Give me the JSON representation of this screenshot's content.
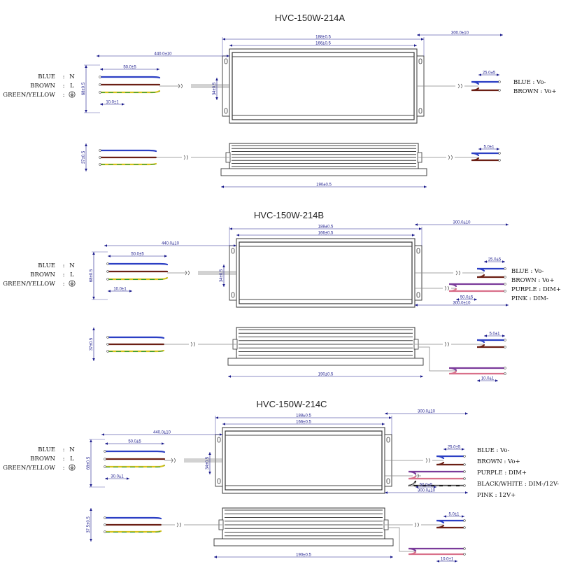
{
  "colors": {
    "blue": "#2b3fc4",
    "brown": "#6b1f14",
    "yellow": "#d8c21c",
    "green": "#2f9a36",
    "purple": "#7a3a9a",
    "pink": "#d9708a",
    "black": "#1a1a1a",
    "white": "#cfcfcf",
    "dim": "#1a1a8c"
  },
  "icons": [
    "ground-symbol-icon"
  ],
  "drawings": [
    {
      "title": "HVC-150W-214A",
      "ac_labels": [
        {
          "color": "BLUE",
          "sep": ":",
          "code": "N"
        },
        {
          "color": "BROWN",
          "sep": ":",
          "code": "L"
        },
        {
          "color": "GREEN/YELLOW",
          "sep": ":",
          "code": "⏚"
        }
      ],
      "dc_labels": [
        "BLUE : Vo-",
        "BROWN : Vo+"
      ],
      "dims_top": {
        "len188": "188±0.5",
        "len166": "166±0.5",
        "cable_in": "440.0±10",
        "cable_out": "300.0±10",
        "strip_in": "50.0±5",
        "strip_end": "10.0±1",
        "strip_out": "25.0±5",
        "height": "68±0.5",
        "mount": "34±0.5"
      },
      "dims_side": {
        "width": "190±0.5",
        "thick": "37±0.5",
        "strip_out": "5.0±1"
      }
    },
    {
      "title": "HVC-150W-214B",
      "ac_labels": [
        {
          "color": "BLUE",
          "sep": ":",
          "code": "N"
        },
        {
          "color": "BROWN",
          "sep": ":",
          "code": "L"
        },
        {
          "color": "GREEN/YELLOW",
          "sep": ":",
          "code": "⏚"
        }
      ],
      "dc_labels": [
        "BLUE : Vo-",
        "BROWN : Vo+",
        "PURPLE : DIM+",
        "PINK : DIM-"
      ],
      "dims_top": {
        "len188": "188±0.5",
        "len166": "166±0.5",
        "cable_in": "440.0±10",
        "cable_out": "300.0±10",
        "cable_dim": "300.0±10",
        "strip_in": "50.0±5",
        "strip_end": "10.0±1",
        "strip_out": "25.0±5",
        "strip_dim": "50.0±5",
        "height": "68±0.5",
        "mount": "34±0.5"
      },
      "dims_side": {
        "width": "190±0.5",
        "thick": "37±0.5",
        "strip_out": "5.0±1",
        "strip_dim": "10.0±1"
      }
    },
    {
      "title": "HVC-150W-214C",
      "ac_labels": [
        {
          "color": "BLUE",
          "sep": ":",
          "code": "N"
        },
        {
          "color": "BROWN",
          "sep": ":",
          "code": "L"
        },
        {
          "color": "GREEN/YELLOW",
          "sep": ":",
          "code": "⏚"
        }
      ],
      "dc_labels": [
        "BLUE : Vo-",
        "BROWN : Vo+",
        "PURPLE : DIM+",
        "BLACK/WHITE : DIM-/12V-",
        "PINK : 12V+"
      ],
      "dims_top": {
        "len188": "188±0.5",
        "len166": "166±0.5",
        "cable_in": "440.0±10",
        "cable_out": "300.0±10",
        "cable_dim": "300.0±10",
        "strip_in": "50.0±5",
        "strip_end": "30.0±1",
        "strip_out": "25.0±5",
        "strip_dim": "50.0±5",
        "height": "68±0.5",
        "mount": "34±0.5"
      },
      "dims_side": {
        "width": "190±0.5",
        "thick": "37.5±0.5",
        "strip_out": "5.0±1",
        "strip_dim": "10.0±1"
      }
    }
  ]
}
